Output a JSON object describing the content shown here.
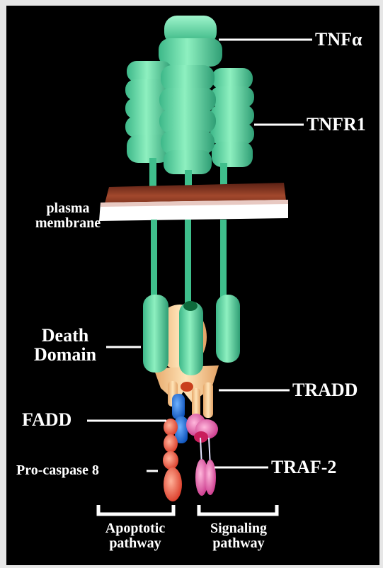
{
  "labels": {
    "tnf_alpha": "TNFα",
    "tnfr1": "TNFR1",
    "plasma_membrane_line1": "plasma",
    "plasma_membrane_line2": "membrane",
    "death_domain_line1": "Death",
    "death_domain_line2": "Domain",
    "tradd": "TRADD",
    "fadd": "FADD",
    "pro_caspase_8": "Pro-caspase 8",
    "traf2": "TRAF-2",
    "apoptotic_line1": "Apoptotic",
    "apoptotic_line2": "pathway",
    "signaling_line1": "Signaling",
    "signaling_line2": "pathway"
  },
  "colors": {
    "background": "#000000",
    "frame": "#e6e6e6",
    "receptor_green": "#5fd9a3",
    "membrane_brown": "#8a3a24",
    "tradd_peach": "#f5c98f",
    "fadd_blue": "#1f6fd6",
    "caspase_red": "#ef5a45",
    "traf2_pink": "#e0559f",
    "label_white": "#ffffff"
  }
}
